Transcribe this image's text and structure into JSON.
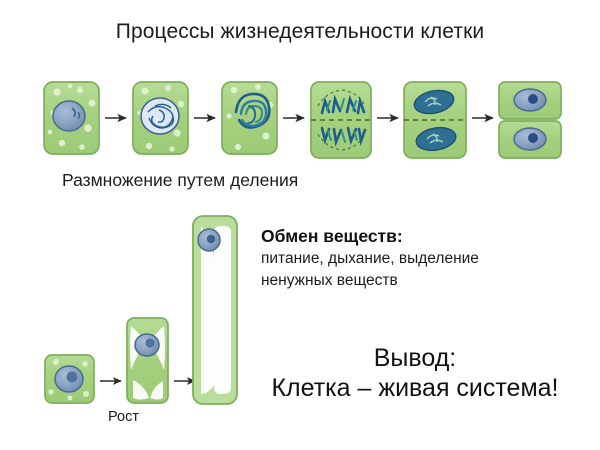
{
  "slide": {
    "title": "Процессы жизнедеятельности клетки",
    "background_color": "#ffffff"
  },
  "division_row": {
    "caption": "Размножение путем деления",
    "stage_count": 6,
    "stages": [
      {
        "name": "interphase-cell",
        "description": "клетка с ядром"
      },
      {
        "name": "prophase-cell",
        "description": "ядро со спирализованным хроматином"
      },
      {
        "name": "prometaphase-cell",
        "description": "хромосомы спирализованы, оболочка ядра исчезает"
      },
      {
        "name": "anaphase-cell",
        "description": "хромосомы расходятся к полюсам"
      },
      {
        "name": "telophase-cell",
        "description": "образуются два новых ядра"
      },
      {
        "name": "daughter-cells",
        "description": "две дочерние клетки"
      }
    ],
    "arrow_count": 5
  },
  "growth_row": {
    "caption": "Рост",
    "stage_count": 3,
    "stages": [
      {
        "name": "young-cell",
        "description": "молодая клетка"
      },
      {
        "name": "growing-cell",
        "description": "растущая клетка с вакуолями"
      },
      {
        "name": "mature-cell",
        "description": "вытянутая зрелая клетка с крупной вакуолью"
      }
    ],
    "arrow_count": 2
  },
  "metabolism": {
    "heading": "Обмен веществ:",
    "lines": [
      "питание, дыхание, выделение",
      "ненужных веществ"
    ]
  },
  "conclusion": {
    "label": "Вывод:",
    "statement": "Клетка – живая система!"
  },
  "colors": {
    "cell_fill": "#a8d183",
    "cell_fill_light": "#c3e0a6",
    "cell_wall": "#7fae5c",
    "nucleus_fill": "#8ca4c4",
    "nucleus_stroke": "#4a6b93",
    "nucleolus": "#2a4f87",
    "chromosome": "#1f5e8c",
    "chromosome_dark": "#173e66",
    "arrow": "#2b2b2b",
    "text": "#1c1c1c",
    "vacuole": "#ffffff"
  }
}
